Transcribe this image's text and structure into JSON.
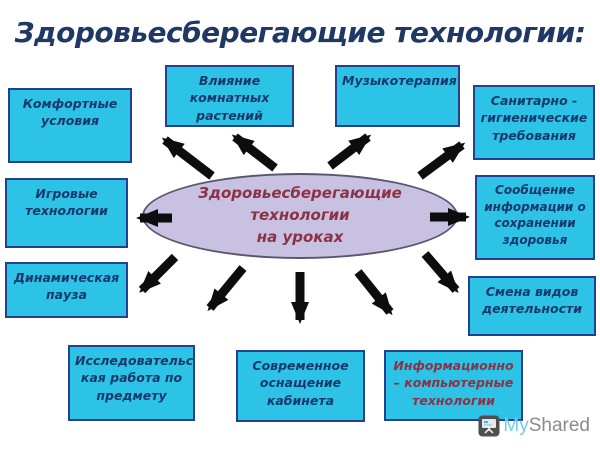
{
  "title": "Здоровьесберегающие технологии:",
  "center": {
    "lines": [
      "Здоровьесберегающие",
      "технологии",
      "на уроках"
    ]
  },
  "nodes": [
    {
      "id": "komfortnye-usloviya",
      "label": "Комфортные условия"
    },
    {
      "id": "vliyanie-komnatnyh-rasteniy",
      "label": "Влияние комнатных растений"
    },
    {
      "id": "muzykoterapiya",
      "label": "Музыкотерапия"
    },
    {
      "id": "sanitarno-gigienicheskie",
      "label": "Санитарно - гигиенические требования"
    },
    {
      "id": "igrovye-tehnologii",
      "label": "Игровые технологии"
    },
    {
      "id": "soobschenie-informacii",
      "label": "Сообщение информации о сохранении здоровья"
    },
    {
      "id": "dinamicheskaya-pauza",
      "label": "Динамическая пауза"
    },
    {
      "id": "smena-vidov-deyatelnosti",
      "label": "Смена видов деятельности"
    },
    {
      "id": "issledovatelskaya-rabota",
      "label": "Исследовательс кая работа по предмету"
    },
    {
      "id": "sovremennoe-osnaschenie",
      "label": "Современное оснащение кабинета"
    },
    {
      "id": "informacionno-kompyuternye",
      "label": "Информационно – компьютерные технологии"
    }
  ],
  "watermark": {
    "icon": "myshared-logo-icon",
    "my": "My",
    "shared": "Shared"
  },
  "colors": {
    "title_text": "#1f3864",
    "box_fill": "#2cc3e6",
    "box_border": "#24418e",
    "box_text": "#17386b",
    "box_text_maroon": "#8c3246",
    "ellipse_fill": "#c8c1e2",
    "ellipse_text": "#8c3246",
    "arrow": "#0d0d0d",
    "watermark_my": "#6fcdf2",
    "watermark_shared": "#8b8b8b"
  }
}
